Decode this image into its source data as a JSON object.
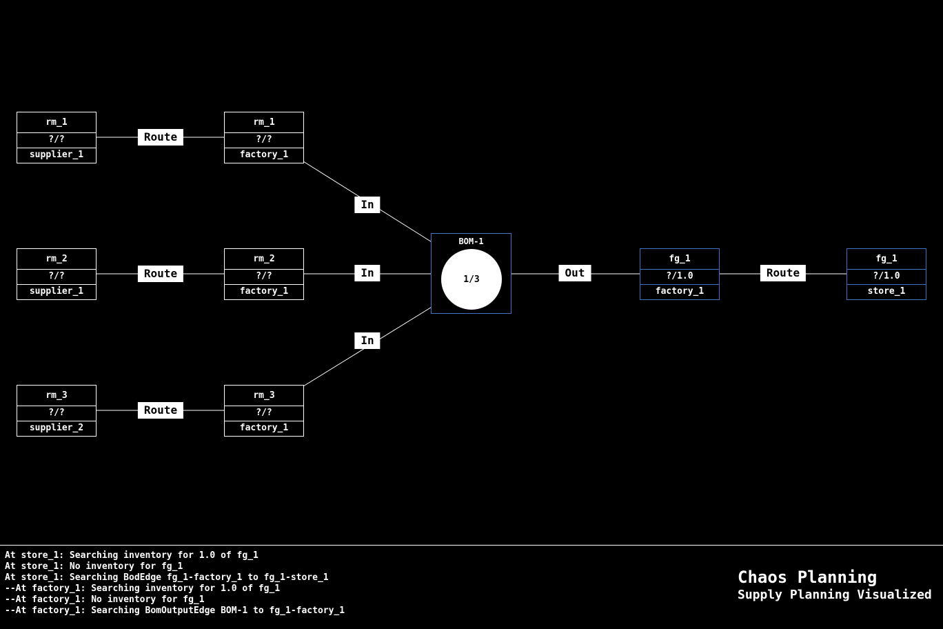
{
  "nodes": {
    "rm1_supplier": {
      "title": "rm_1",
      "qty": "?/?",
      "loc": "supplier_1"
    },
    "rm1_factory": {
      "title": "rm_1",
      "qty": "?/?",
      "loc": "factory_1"
    },
    "rm2_supplier": {
      "title": "rm_2",
      "qty": "?/?",
      "loc": "supplier_1"
    },
    "rm2_factory": {
      "title": "rm_2",
      "qty": "?/?",
      "loc": "factory_1"
    },
    "rm3_supplier": {
      "title": "rm_3",
      "qty": "?/?",
      "loc": "supplier_2"
    },
    "rm3_factory": {
      "title": "rm_3",
      "qty": "?/?",
      "loc": "factory_1"
    },
    "fg1_factory": {
      "title": "fg_1",
      "qty": "?/1.0",
      "loc": "factory_1"
    },
    "fg1_store": {
      "title": "fg_1",
      "qty": "?/1.0",
      "loc": "store_1"
    }
  },
  "bom": {
    "title": "BOM-1",
    "ratio": "1/3"
  },
  "edge_labels": {
    "route1": "Route",
    "route2": "Route",
    "route3": "Route",
    "in1": "In",
    "in2": "In",
    "in3": "In",
    "out": "Out",
    "route_fg": "Route"
  },
  "log": {
    "lines": [
      "At store_1: Searching inventory for 1.0 of fg_1",
      "At store_1: No inventory for fg_1",
      "At store_1: Searching BodEdge fg_1-factory_1 to fg_1-store_1",
      "--At factory_1: Searching inventory for 1.0 of fg_1",
      "--At factory_1: No inventory for fg_1",
      "--At factory_1: Searching BomOutputEdge BOM-1 to fg_1-factory_1"
    ]
  },
  "branding": {
    "title": "Chaos Planning",
    "subtitle": "Supply Planning Visualized"
  },
  "colors": {
    "background": "#000000",
    "node_border": "#ffffff",
    "accent_blue": "#4472c4",
    "edge": "#ffffff",
    "label_bg": "#ffffff",
    "text": "#ffffff"
  }
}
